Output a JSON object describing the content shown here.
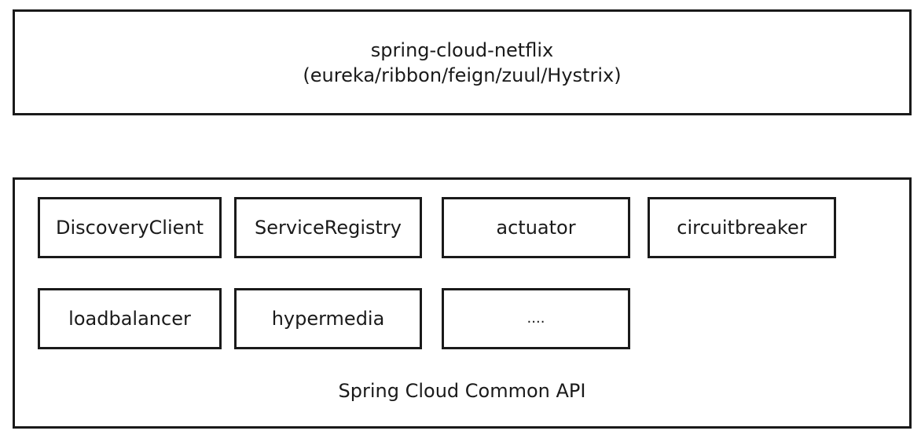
{
  "top": {
    "line1": "spring-cloud-netflix",
    "line2": "(eureka/ribbon/feign/zuul/Hystrix)"
  },
  "common": {
    "label": "Spring Cloud Common API",
    "modules": [
      "DiscoveryClient",
      "ServiceRegistry",
      "actuator",
      "circuitbreaker",
      "loadbalancer",
      "hypermedia",
      "...."
    ]
  }
}
